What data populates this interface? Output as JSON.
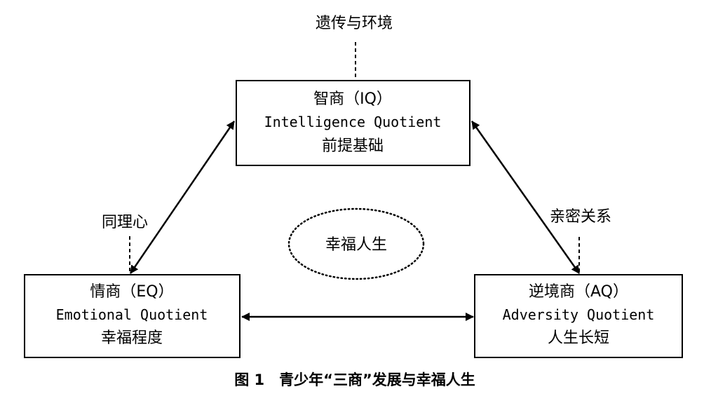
{
  "top_label": "遗传与环境",
  "left_label": "同理心",
  "right_label": "亲密关系",
  "center_label": "幸福人生",
  "boxes": {
    "iq": {
      "title": "智商（IQ）",
      "english": "Intelligence Quotient",
      "desc": "前提基础"
    },
    "eq": {
      "title": "情商（EQ）",
      "english": "Emotional Quotient",
      "desc": "幸福程度"
    },
    "aq": {
      "title": "逆境商（AQ）",
      "english": "Adversity Quotient",
      "desc": "人生长短"
    }
  },
  "caption": "图 1　青少年“三商”发展与幸福人生"
}
